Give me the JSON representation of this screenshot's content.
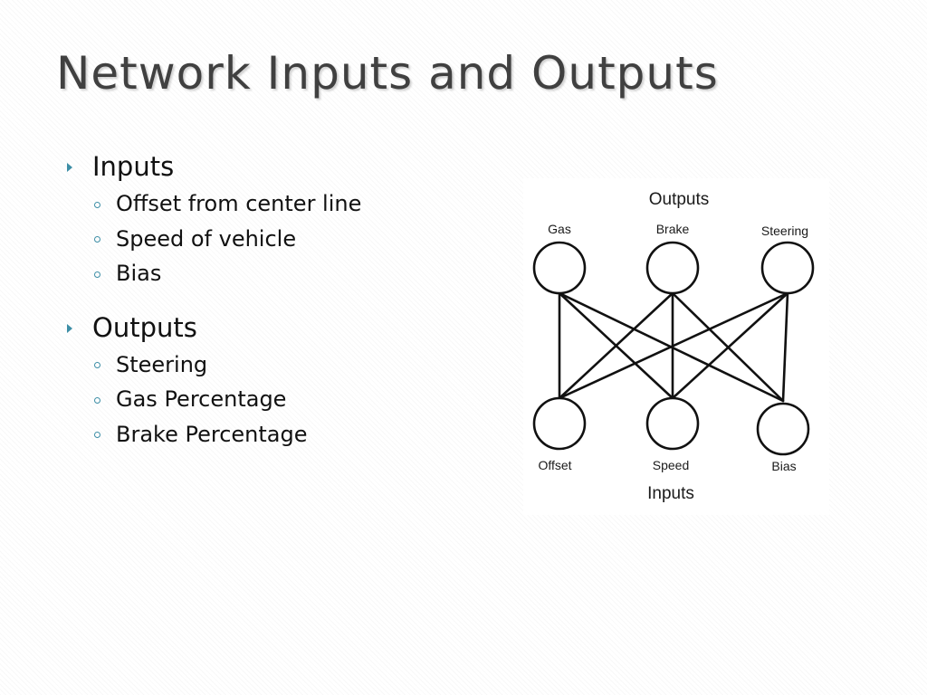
{
  "slide": {
    "title": "Network Inputs and Outputs"
  },
  "bullets": [
    {
      "label": "Inputs",
      "items": [
        "Offset from center line",
        "Speed of vehicle",
        "Bias"
      ]
    },
    {
      "label": "Outputs",
      "items": [
        "Steering",
        "Gas Percentage",
        "Brake Percentage"
      ]
    }
  ],
  "diagram": {
    "outputs_title": "Outputs",
    "inputs_title": "Inputs",
    "output_nodes": [
      "Gas",
      "Brake",
      "Steering"
    ],
    "input_nodes": [
      "Offset",
      "Speed",
      "Bias"
    ],
    "connections": "fully connected"
  },
  "colors": {
    "accent": "#3d8ea6",
    "title": "#404040"
  }
}
